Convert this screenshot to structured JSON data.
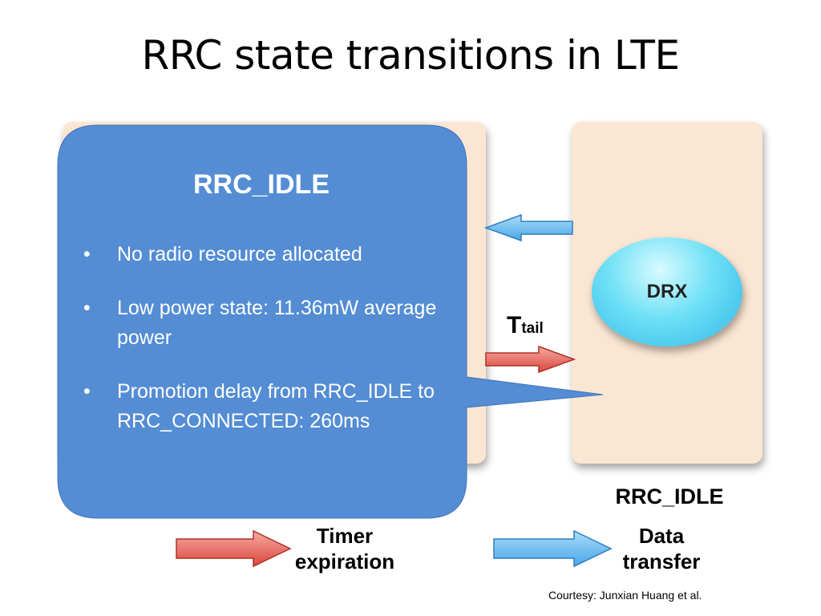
{
  "slide": {
    "title": "RRC state transitions in LTE",
    "courtesy": "Courtesy: Junxian Huang et al."
  },
  "diagram": {
    "drx_label": "DRX",
    "state_label": "RRC_IDLE",
    "timer_label_main": "T",
    "timer_label_sub": "tail",
    "legend": {
      "timer_line1": "Timer",
      "timer_line2": "expiration",
      "data_line1": "Data",
      "data_line2": "transfer"
    },
    "colors": {
      "panel": "#fbe6d3",
      "timer_arrow": "#e05a4f",
      "data_arrow": "#5fb2ea",
      "callout": "#548dd4"
    }
  },
  "callout": {
    "title": "RRC_IDLE",
    "bullet_symbol": "•",
    "items": [
      "No radio resource allocated",
      "Low power state: 11.36mW average power",
      "Promotion delay from RRC_IDLE to RRC_CONNECTED: 260ms"
    ]
  }
}
